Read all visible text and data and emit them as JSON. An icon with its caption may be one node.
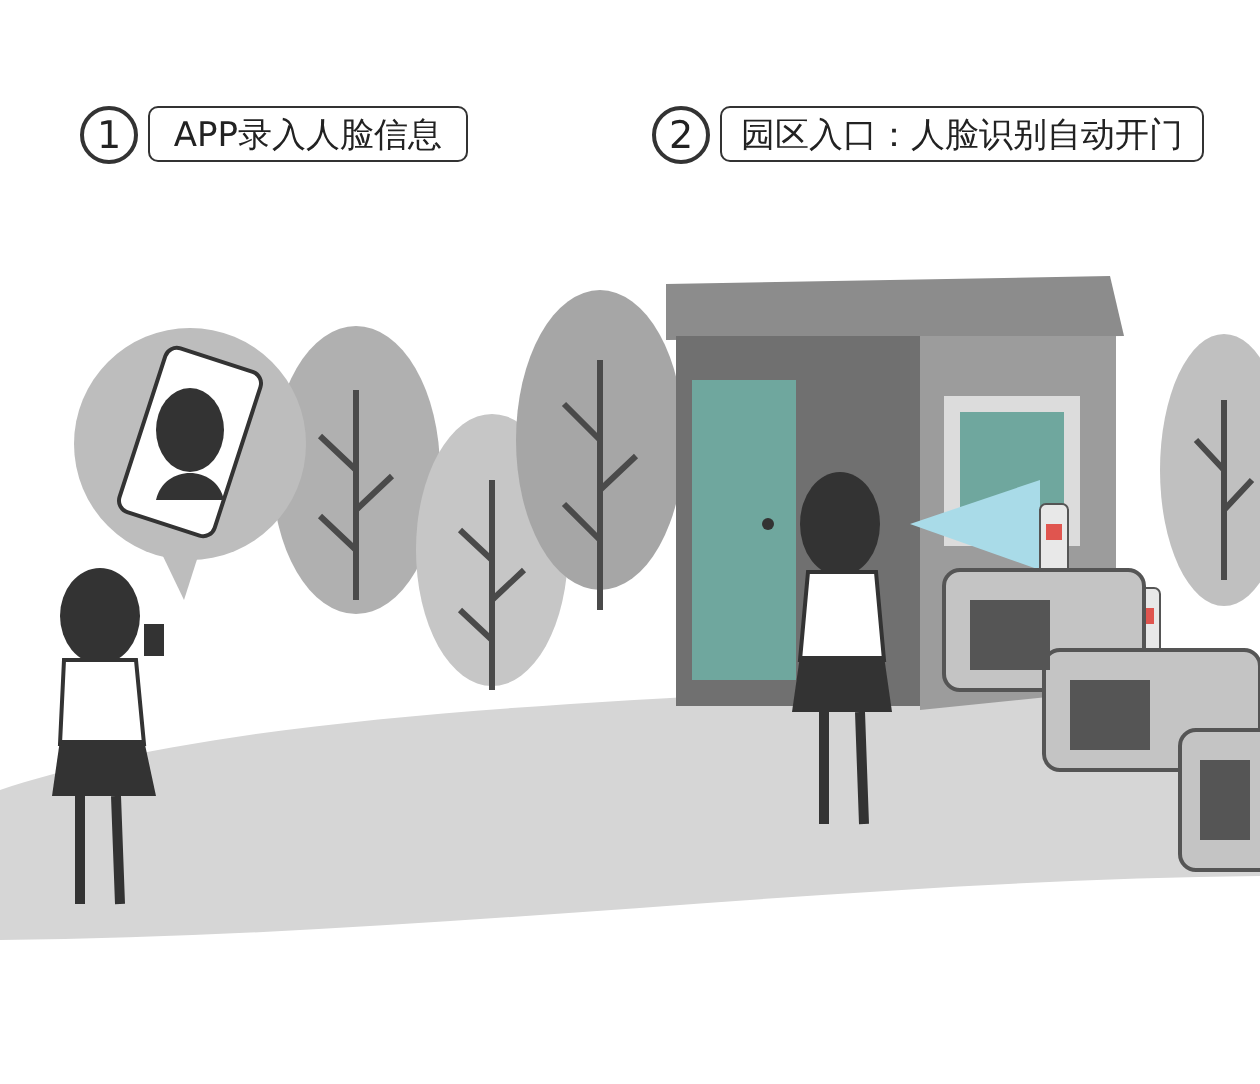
{
  "diagram": {
    "nodes": [
      {
        "text": [
          "1"
        ]
      },
      {
        "text": [
          "APP录入人脸信息"
        ]
      },
      {
        "text": [
          "2"
        ]
      },
      {
        "text": [
          "园区入口：人脸识别自动开门"
        ]
      }
    ]
  }
}
